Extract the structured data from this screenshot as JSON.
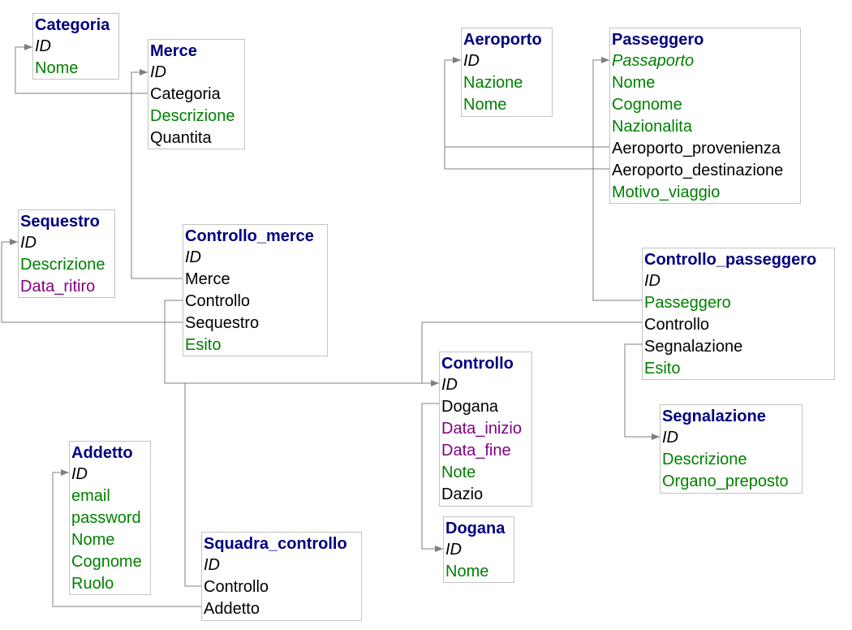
{
  "entities": {
    "categoria": {
      "name": "Categoria",
      "attrs": [
        {
          "text": "ID",
          "pk": true,
          "color": "black"
        },
        {
          "text": "Nome",
          "color": "green"
        }
      ]
    },
    "merce": {
      "name": "Merce",
      "attrs": [
        {
          "text": "ID",
          "pk": true,
          "color": "black"
        },
        {
          "text": "Categoria",
          "color": "black"
        },
        {
          "text": "Descrizione",
          "color": "green"
        },
        {
          "text": "Quantita",
          "color": "black"
        }
      ]
    },
    "sequestro": {
      "name": "Sequestro",
      "attrs": [
        {
          "text": "ID",
          "pk": true,
          "color": "black"
        },
        {
          "text": "Descrizione",
          "color": "green"
        },
        {
          "text": "Data_ritiro",
          "color": "purple"
        }
      ]
    },
    "controllo_merce": {
      "name": "Controllo_merce",
      "attrs": [
        {
          "text": "ID",
          "pk": true,
          "color": "black"
        },
        {
          "text": "Merce",
          "color": "black"
        },
        {
          "text": "Controllo",
          "color": "black"
        },
        {
          "text": "Sequestro",
          "color": "black"
        },
        {
          "text": "Esito",
          "color": "green"
        }
      ]
    },
    "addetto": {
      "name": "Addetto",
      "attrs": [
        {
          "text": "ID",
          "pk": true,
          "color": "black"
        },
        {
          "text": "email",
          "color": "green"
        },
        {
          "text": "password",
          "color": "green"
        },
        {
          "text": "Nome",
          "color": "green"
        },
        {
          "text": "Cognome",
          "color": "green"
        },
        {
          "text": "Ruolo",
          "color": "green"
        }
      ]
    },
    "squadra_controllo": {
      "name": "Squadra_controllo",
      "attrs": [
        {
          "text": "ID",
          "pk": true,
          "color": "black"
        },
        {
          "text": "Controllo",
          "color": "black"
        },
        {
          "text": "Addetto",
          "color": "black"
        }
      ]
    },
    "controllo": {
      "name": "Controllo",
      "attrs": [
        {
          "text": "ID",
          "pk": true,
          "color": "black"
        },
        {
          "text": "Dogana",
          "color": "black"
        },
        {
          "text": "Data_inizio",
          "color": "purple"
        },
        {
          "text": "Data_fine",
          "color": "purple"
        },
        {
          "text": "Note",
          "color": "green"
        },
        {
          "text": "Dazio",
          "color": "black"
        }
      ]
    },
    "dogana": {
      "name": "Dogana",
      "attrs": [
        {
          "text": "ID",
          "pk": true,
          "color": "black"
        },
        {
          "text": "Nome",
          "color": "green"
        }
      ]
    },
    "aeroporto": {
      "name": "Aeroporto",
      "attrs": [
        {
          "text": "ID",
          "pk": true,
          "color": "black"
        },
        {
          "text": "Nazione",
          "color": "green"
        },
        {
          "text": "Nome",
          "color": "green"
        }
      ]
    },
    "passeggero": {
      "name": "Passeggero",
      "attrs": [
        {
          "text": "Passaporto",
          "pk": true,
          "color": "green"
        },
        {
          "text": "Nome",
          "color": "green"
        },
        {
          "text": "Cognome",
          "color": "green"
        },
        {
          "text": "Nazionalita",
          "color": "green"
        },
        {
          "text": "Aeroporto_provenienza",
          "color": "black"
        },
        {
          "text": "Aeroporto_destinazione",
          "color": "black"
        },
        {
          "text": "Motivo_viaggio",
          "color": "green"
        }
      ]
    },
    "controllo_passeggero": {
      "name": "Controllo_passeggero",
      "attrs": [
        {
          "text": "ID",
          "pk": true,
          "color": "black"
        },
        {
          "text": "Passeggero",
          "color": "green"
        },
        {
          "text": "Controllo",
          "color": "black"
        },
        {
          "text": "Segnalazione",
          "color": "black"
        },
        {
          "text": "Esito",
          "color": "green"
        }
      ]
    },
    "segnalazione": {
      "name": "Segnalazione",
      "attrs": [
        {
          "text": "ID",
          "pk": true,
          "color": "black"
        },
        {
          "text": "Descrizione",
          "color": "green"
        },
        {
          "text": "Organo_preposto",
          "color": "green"
        }
      ]
    }
  },
  "relationships": [
    {
      "from": "Merce.Categoria",
      "to": "Categoria.ID"
    },
    {
      "from": "Controllo_merce.Merce",
      "to": "Merce.ID"
    },
    {
      "from": "Controllo_merce.Sequestro",
      "to": "Sequestro.ID"
    },
    {
      "from": "Controllo_merce.Controllo",
      "to": "Controllo.ID"
    },
    {
      "from": "Squadra_controllo.Controllo",
      "to": "Controllo.ID"
    },
    {
      "from": "Squadra_controllo.Addetto",
      "to": "Addetto.ID"
    },
    {
      "from": "Controllo.Dogana",
      "to": "Dogana.ID"
    },
    {
      "from": "Passeggero.Aeroporto_provenienza",
      "to": "Aeroporto.ID"
    },
    {
      "from": "Passeggero.Aeroporto_destinazione",
      "to": "Aeroporto.ID"
    },
    {
      "from": "Controllo_passeggero.Passeggero",
      "to": "Passeggero.Passaporto"
    },
    {
      "from": "Controllo_passeggero.Controllo",
      "to": "Controllo.ID"
    },
    {
      "from": "Controllo_passeggero.Segnalazione",
      "to": "Segnalazione.ID"
    }
  ],
  "colors": {
    "entity_name": "#000080",
    "black": "#000000",
    "green": "#008000",
    "purple": "#800080",
    "box_border": "#c3c3c3",
    "connector": "#7f7f7f"
  }
}
